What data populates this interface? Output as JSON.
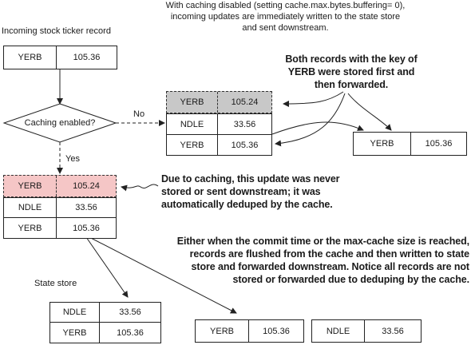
{
  "top_note": [
    "With caching disabled (setting cache.max.bytes.buffering= 0),",
    "incoming updates are immediately written to the state store",
    "and sent downstream."
  ],
  "incoming_label": "Incoming stock ticker record",
  "incoming_record": {
    "key": "YERB",
    "value": "105.36"
  },
  "decision": {
    "label": "Caching enabled?",
    "no_label": "No",
    "yes_label": "Yes"
  },
  "no_cache_store": [
    {
      "key": "YERB",
      "value": "105.24",
      "highlight": "gray"
    },
    {
      "key": "NDLE",
      "value": "33.56"
    },
    {
      "key": "YERB",
      "value": "105.36"
    }
  ],
  "no_cache_forwarded": {
    "key": "YERB",
    "value": "105.36"
  },
  "no_cache_callout": [
    "Both records with the key of",
    "YERB were stored first and",
    "then forwarded."
  ],
  "cache": [
    {
      "key": "YERB",
      "value": "105.24",
      "highlight": "pink"
    },
    {
      "key": "NDLE",
      "value": "33.56"
    },
    {
      "key": "YERB",
      "value": "105.36"
    }
  ],
  "dedup_callout": [
    "Due to caching, this update was never",
    "stored or sent downstream; it was",
    "automatically deduped by the cache."
  ],
  "flush_callout": [
    "Either when the commit time or the max-cache size is reached,",
    "records are flushed from the cache and then written to state",
    "store and forwarded downstream. Notice all records are not",
    "stored or forwarded due to deduping by the cache."
  ],
  "state_store_label": "State store",
  "state_store": [
    {
      "key": "NDLE",
      "value": "33.56"
    },
    {
      "key": "YERB",
      "value": "105.36"
    }
  ],
  "forwarded_records": [
    {
      "key": "YERB",
      "value": "105.36"
    },
    {
      "key": "NDLE",
      "value": "33.56"
    }
  ],
  "colors": {
    "gray_highlight": "#c8c8c8",
    "pink_highlight": "#f5c6c6"
  }
}
